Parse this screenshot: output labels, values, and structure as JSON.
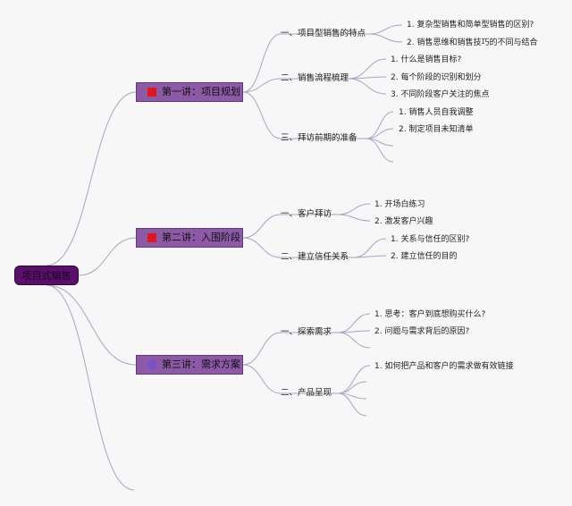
{
  "root": {
    "label": "项目式销售"
  },
  "chapters": [
    {
      "label": "第一讲：项目规划",
      "flag_color": "#e01818"
    },
    {
      "label": "第二讲：入围阶段",
      "flag_color": "#e01818"
    },
    {
      "label": "第三讲：需求方案",
      "flag_color": "#7a52c9"
    }
  ],
  "topics": [
    {
      "label": "一、项目型销售的特点",
      "items": [
        "1. 复杂型销售和简单型销售的区别?",
        "2. 销售思维和销售技巧的不同与结合"
      ]
    },
    {
      "label": "二、销售流程梳理",
      "items": [
        "1. 什么是销售目标?",
        "2. 每个阶段的识别和划分",
        "3. 不同阶段客户关注的焦点"
      ]
    },
    {
      "label": "三、拜访前期的准备",
      "items": [
        "1. 销售人员自我调整",
        "2. 制定项目未知清单"
      ]
    },
    {
      "label": "一、客户拜访",
      "items": [
        "1. 开场白练习",
        "2. 激发客户兴趣"
      ]
    },
    {
      "label": "二、建立信任关系",
      "items": [
        "1. 关系与信任的区别?",
        "2. 建立信任的目的"
      ]
    },
    {
      "label": "一、探索需求",
      "items": [
        "1. 思考：客户到底想购买什么?",
        "2. 问题与需求背后的原因?"
      ]
    },
    {
      "label": "二、产品呈现",
      "items": [
        "1. 如何把产品和客户的需求做有效链接"
      ]
    }
  ]
}
